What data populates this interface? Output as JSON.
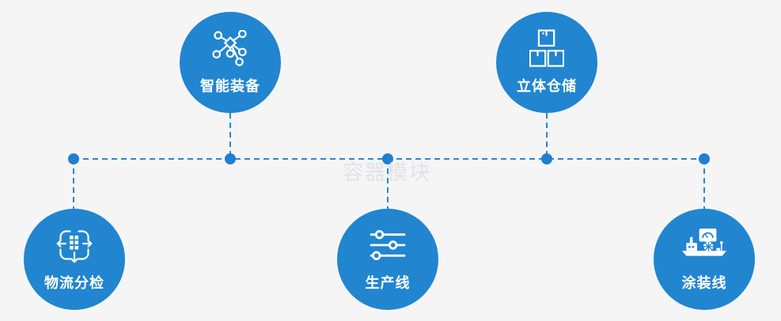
{
  "colors": {
    "accent": "#2185d0",
    "line": "#2e86d2",
    "dot": "#1f7fd0",
    "bg": "#f5f5f6",
    "watermark": "#e3e3e7"
  },
  "watermark": {
    "text": "容器模块"
  },
  "nodes": [
    {
      "id": "smart-equipment",
      "label": "智能装备",
      "icon": "network-nodes-icon"
    },
    {
      "id": "warehouse-storage",
      "label": "立体仓储",
      "icon": "stacked-boxes-icon"
    },
    {
      "id": "logistics-sorting",
      "label": "物流分检",
      "icon": "sorting-arrows-icon"
    },
    {
      "id": "production-line",
      "label": "生产线",
      "icon": "sliders-icon"
    },
    {
      "id": "coating-line",
      "label": "涂装线",
      "icon": "control-station-icon"
    }
  ]
}
